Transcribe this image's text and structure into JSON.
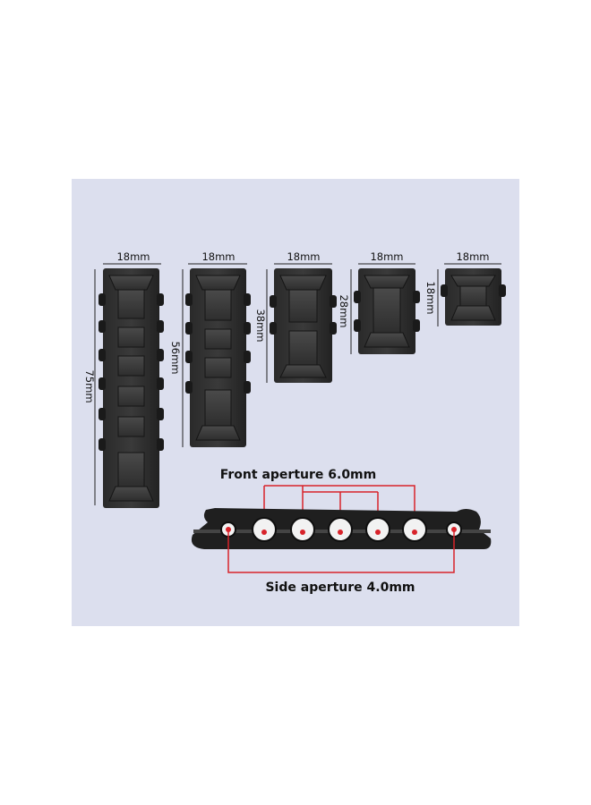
{
  "clips": [
    {
      "width_label": "18mm",
      "height_label": "75mm",
      "slots": 6
    },
    {
      "width_label": "18mm",
      "height_label": "56mm",
      "slots": 4
    },
    {
      "width_label": "18mm",
      "height_label": "38mm",
      "slots": 2
    },
    {
      "width_label": "18mm",
      "height_label": "28mm",
      "slots": 1
    },
    {
      "width_label": "18mm",
      "height_label": "18mm",
      "slots": 1
    }
  ],
  "apertures": {
    "front_label": "Front aperture 6.0mm",
    "side_label": "Side aperture 4.0mm",
    "front_count": 5,
    "side_count": 2
  },
  "colors": {
    "background": "#dcdfee",
    "product": "#1e1e1e",
    "callout": "#d8232a"
  }
}
